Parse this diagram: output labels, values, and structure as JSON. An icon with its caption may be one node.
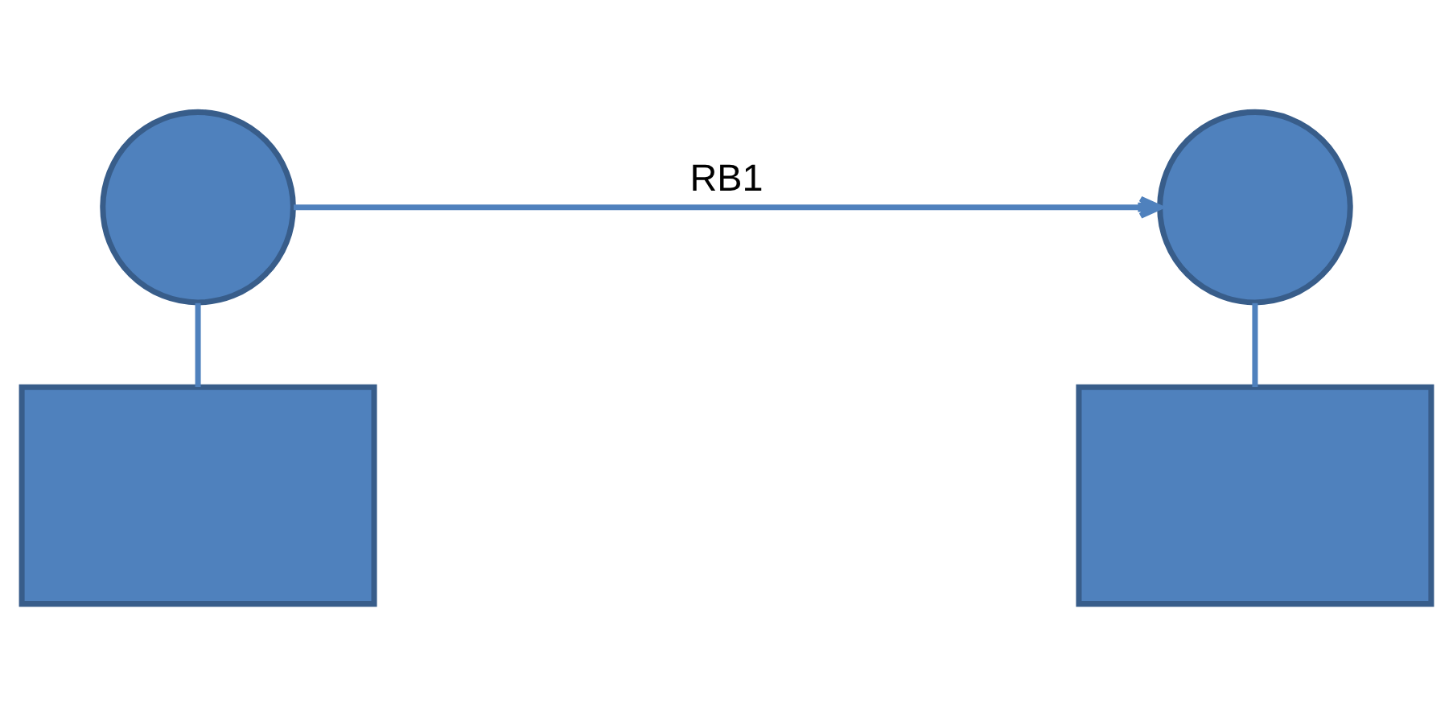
{
  "diagram": {
    "nodes": [
      {
        "text": [],
        "shape": "circle"
      },
      {
        "text": [],
        "shape": "circle"
      },
      {
        "text": [],
        "shape": "box"
      },
      {
        "text": [],
        "shape": "box"
      }
    ],
    "edges": [
      {
        "from": 0,
        "to": 1,
        "arrow": "to",
        "label": "RB1"
      },
      {
        "from": 0,
        "to": 2,
        "arrow": "none"
      },
      {
        "from": 1,
        "to": 3,
        "arrow": "none"
      }
    ]
  }
}
